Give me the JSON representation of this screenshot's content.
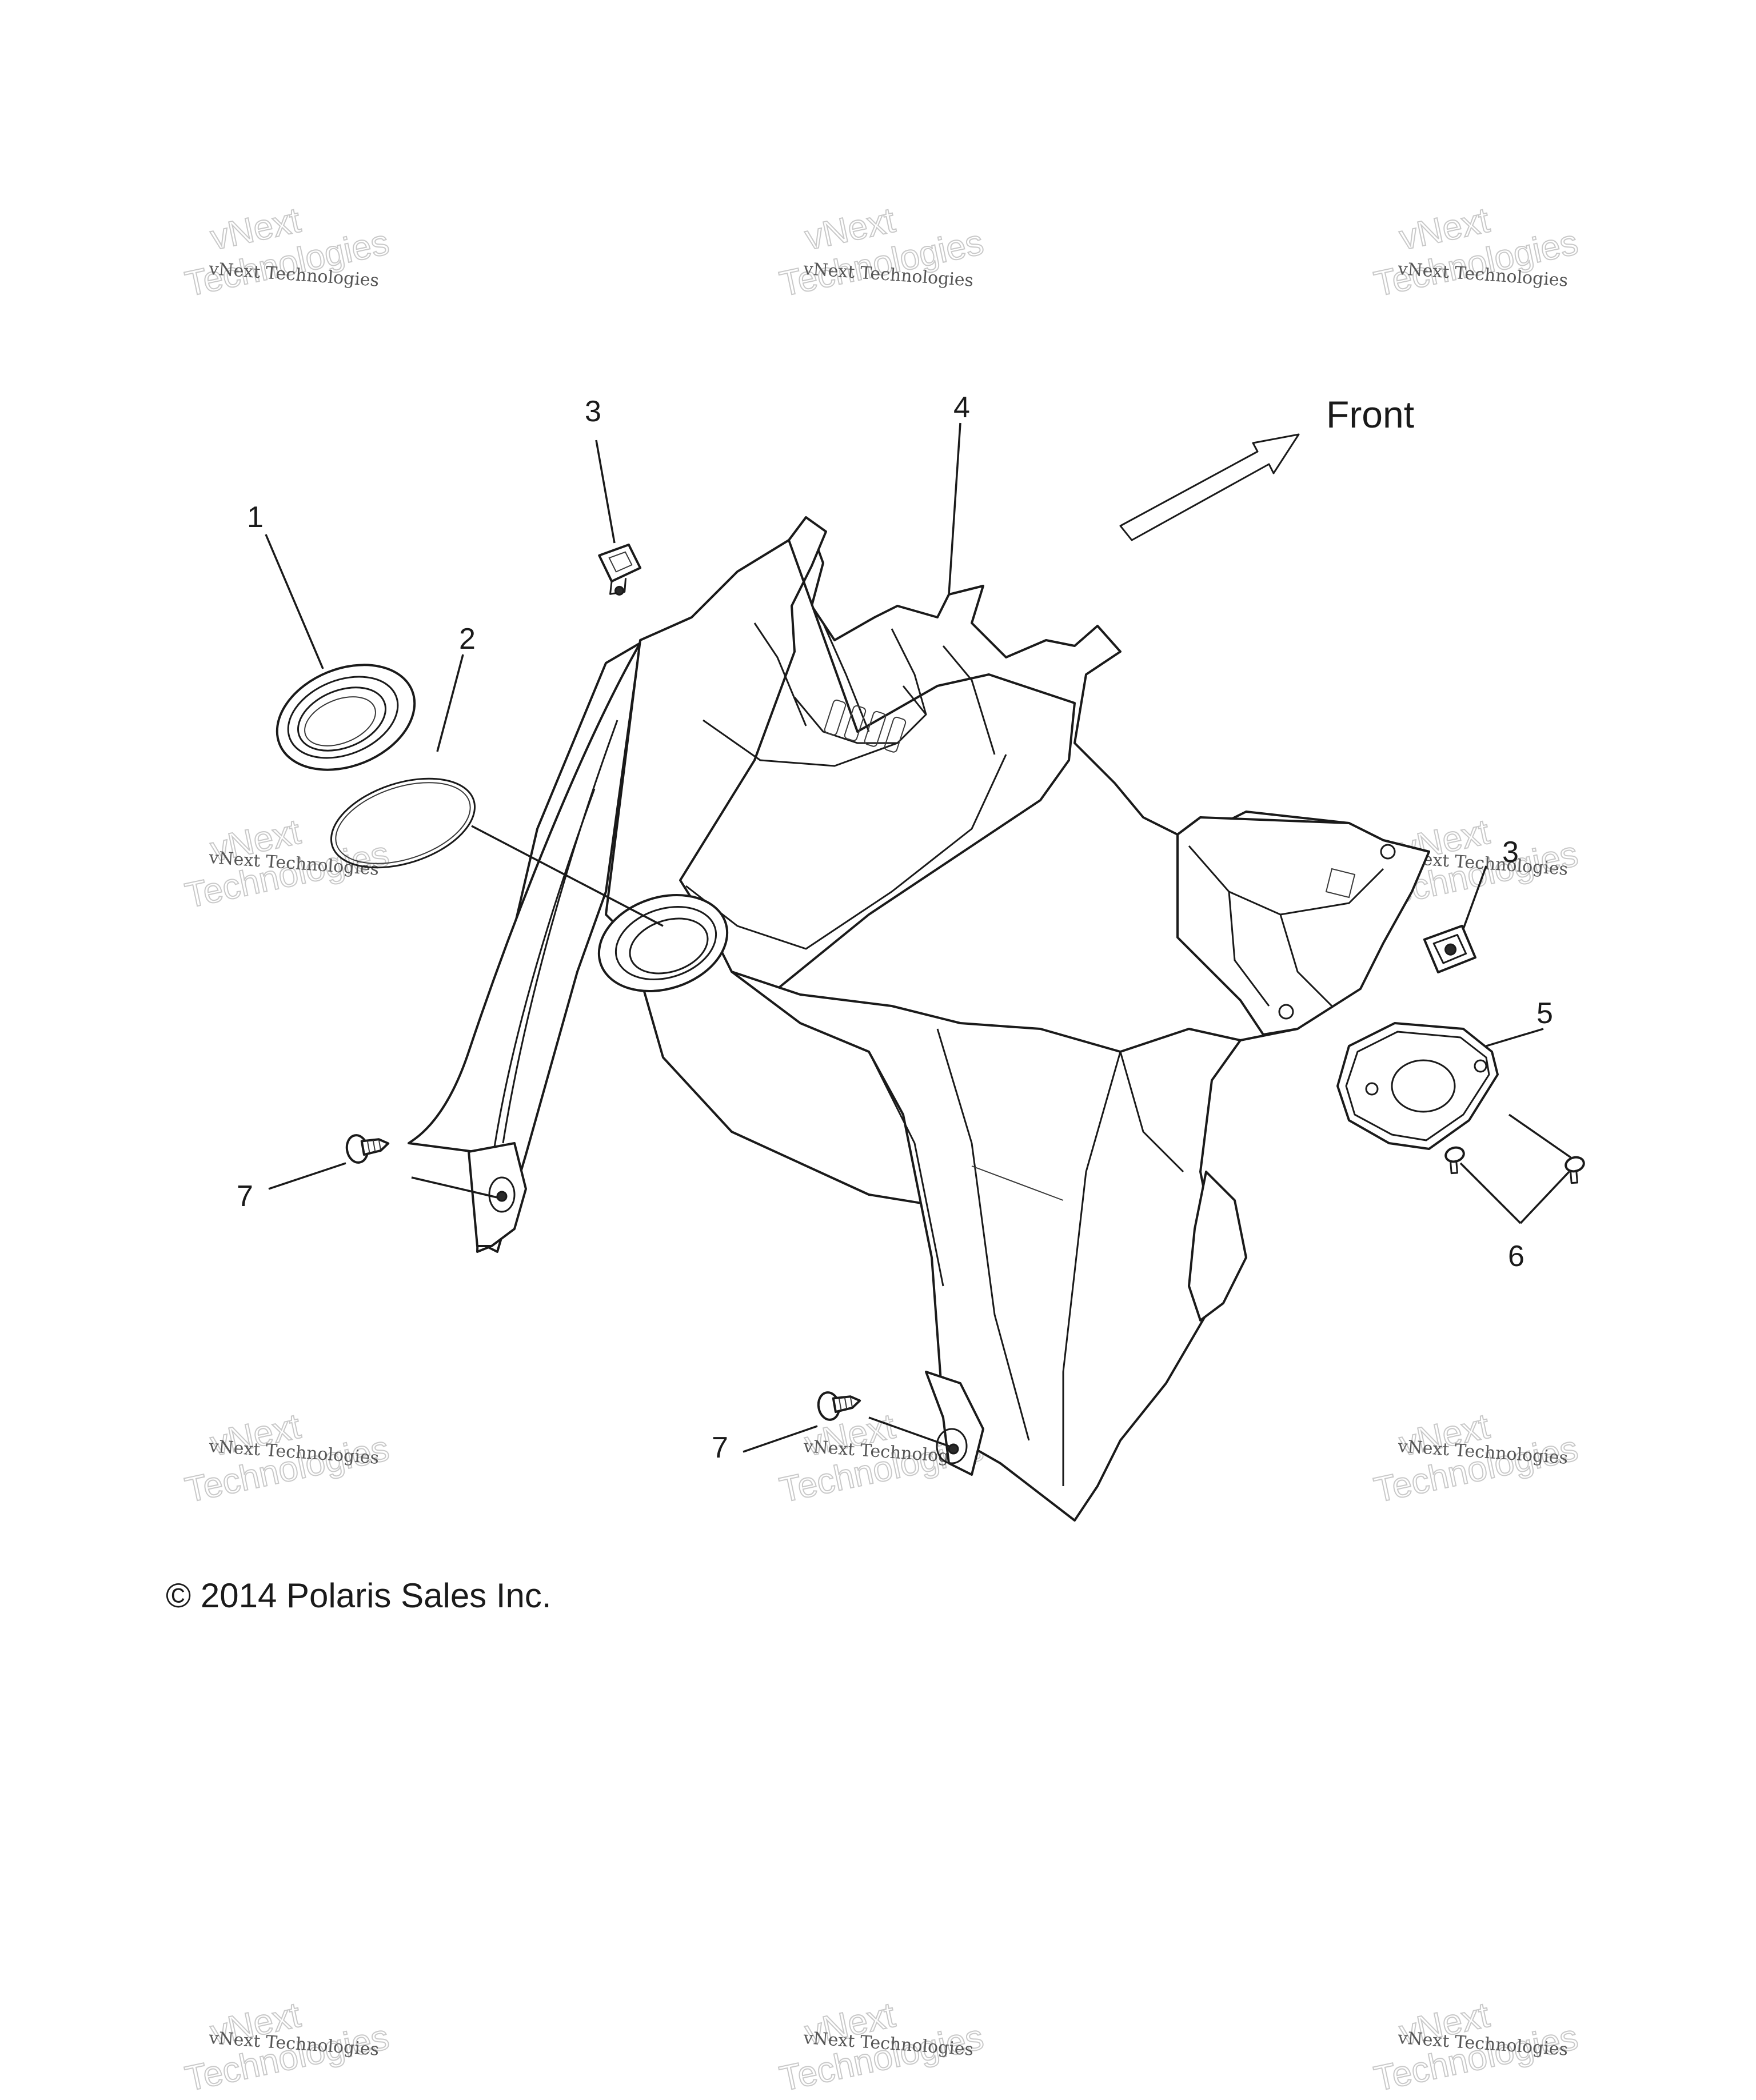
{
  "direction_label": "Front",
  "copyright": "© 2014 Polaris Sales Inc.",
  "watermark": {
    "small_text": "vNext Technologies",
    "big_line1": "vNext",
    "big_line2": "Technologies"
  },
  "callouts": {
    "c1": "1",
    "c2": "2",
    "c3a": "3",
    "c3b": "3",
    "c4": "4",
    "c5": "5",
    "c6": "6",
    "c7a": "7",
    "c7b": "7"
  },
  "colors": {
    "line": "#1a1a1a",
    "background": "#ffffff",
    "watermark": "#c9c9c9"
  }
}
